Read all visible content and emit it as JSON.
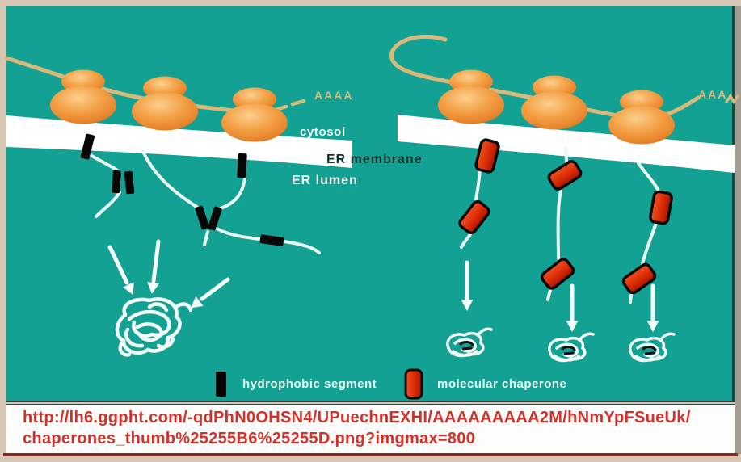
{
  "figure": {
    "labels": {
      "cytosol": "cytosol",
      "er_membrane": "ER membrane",
      "er_lumen": "ER lumen",
      "poly_a_left": "AAAA",
      "poly_a_right": "AAA"
    },
    "legend": [
      {
        "id": "hydrophobic-segment",
        "label": "hydrophobic segment",
        "color": "#0a0a0a"
      },
      {
        "id": "molecular-chaperone",
        "label": "molecular chaperone",
        "color": "#d63511"
      }
    ],
    "colors": {
      "background": "#12a192",
      "membrane": "#ffffff",
      "ribosome": "#ee8a2e",
      "mrna": "#d8b97c",
      "polypeptide": "#e9f8f2",
      "url_text": "#d3312a"
    }
  },
  "caption": {
    "url_line1": "http://lh6.ggpht.com/-qdPhN0OHSN4/UPuechnEXHI/AAAAAAAAA2M/hNmYpFSueUk/",
    "url_line2": "chaperones_thumb%25255B6%25255D.png?imgmax=800"
  }
}
